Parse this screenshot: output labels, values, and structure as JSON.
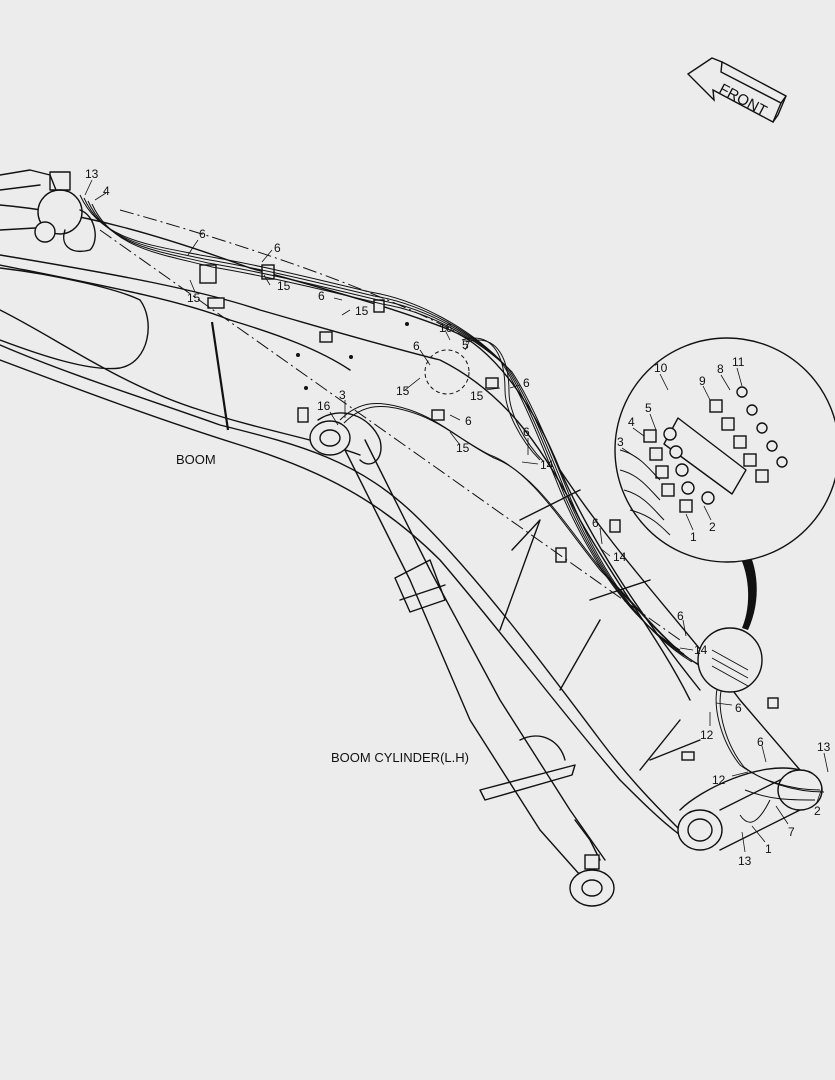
{
  "labels": {
    "front": "FRONT",
    "boom": "BOOM",
    "boom_cylinder": "BOOM CYLINDER(L.H)"
  },
  "callouts": [
    "13",
    "4",
    "6",
    "6",
    "15",
    "15",
    "6",
    "15",
    "5",
    "16",
    "6",
    "15",
    "15",
    "6",
    "6",
    "3",
    "16",
    "15",
    "6",
    "14",
    "6",
    "14",
    "6",
    "14",
    "6",
    "12",
    "6",
    "12",
    "13",
    "2",
    "7",
    "1",
    "13",
    "10",
    "9",
    "8",
    "11",
    "5",
    "4",
    "3",
    "1",
    "2"
  ]
}
